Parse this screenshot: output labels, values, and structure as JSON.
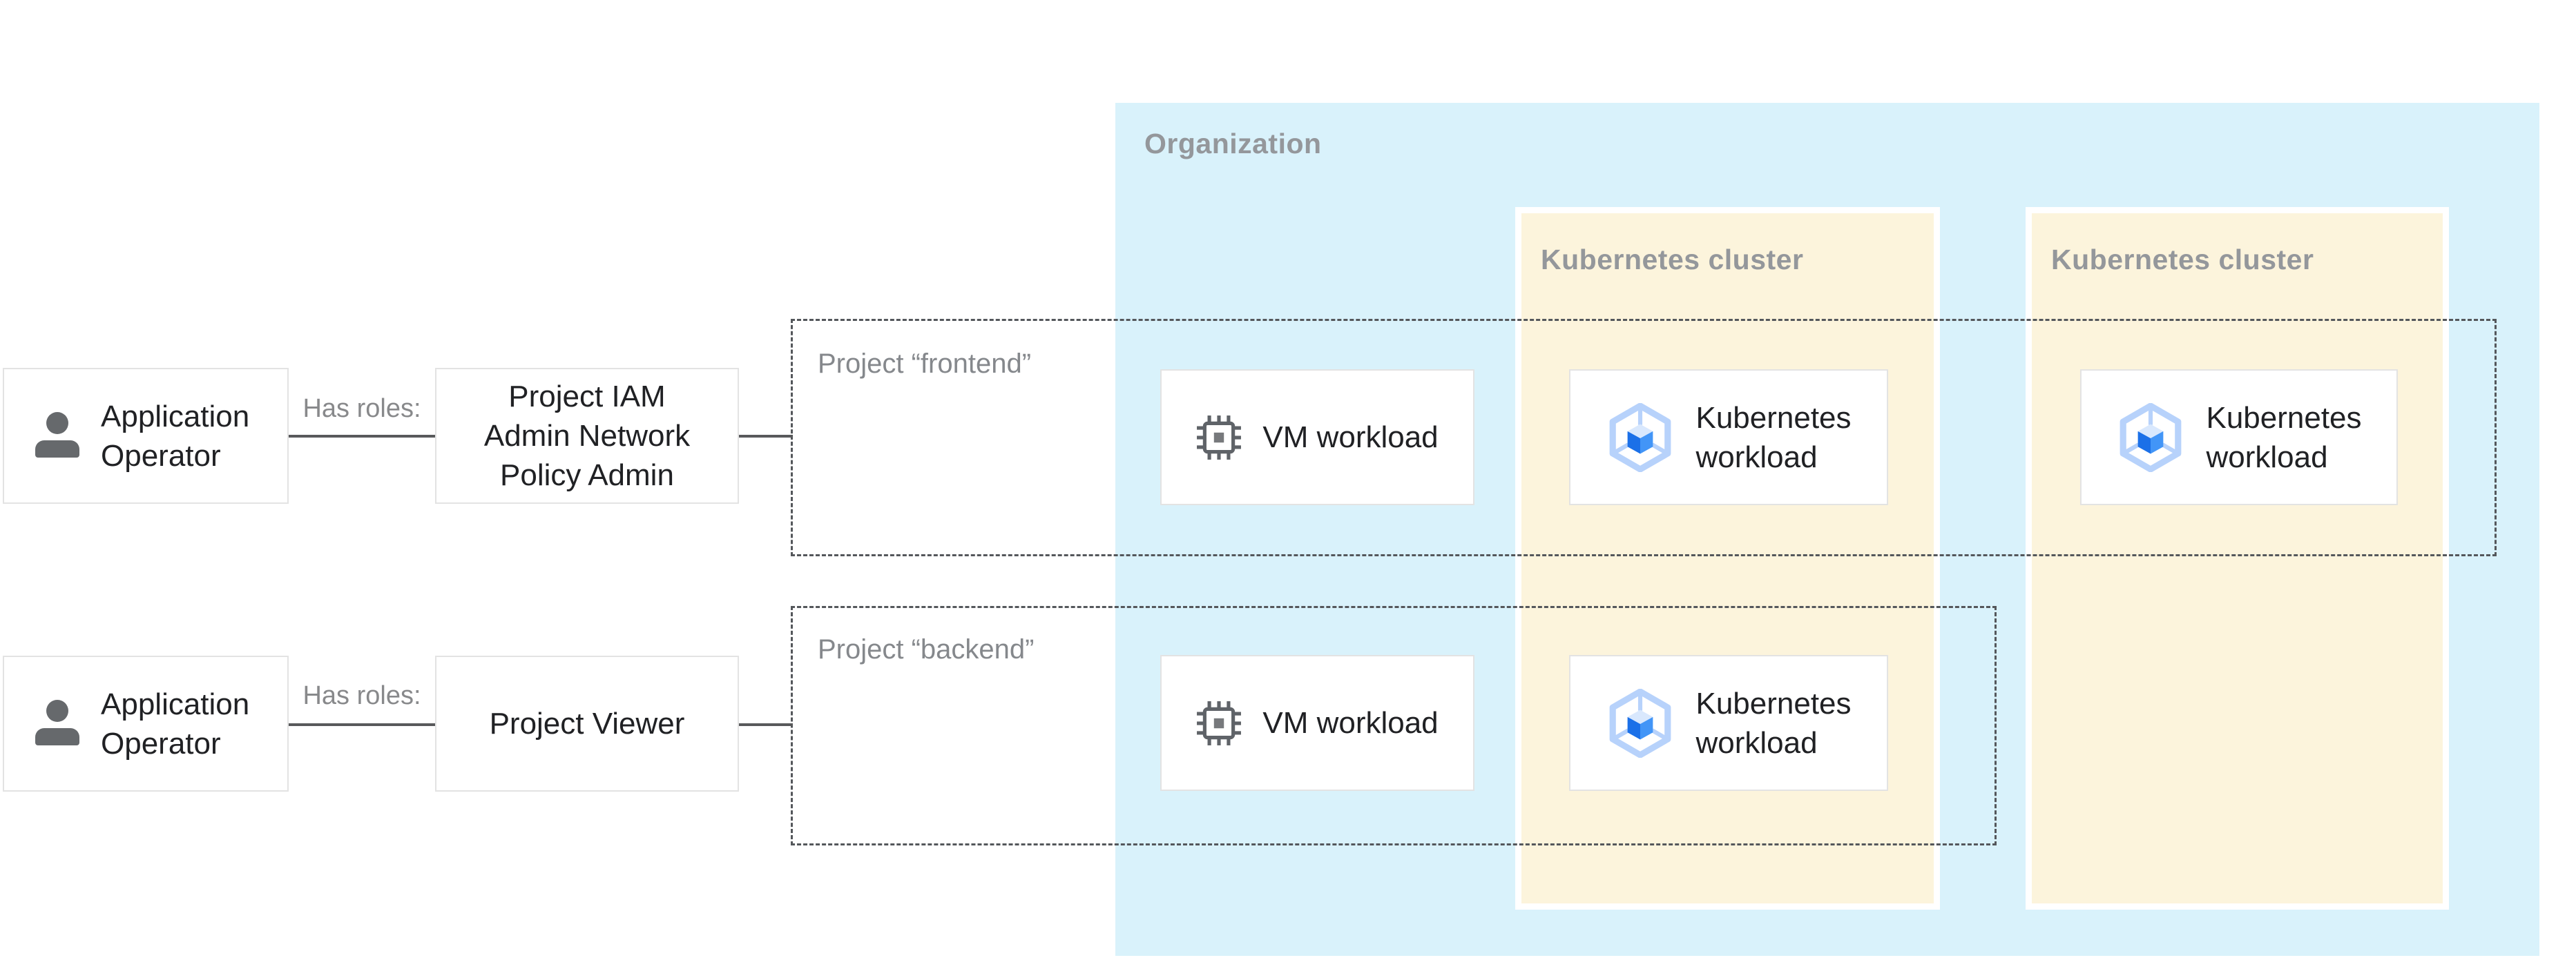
{
  "colors": {
    "organization_bg": "#d9f2fb",
    "cluster_bg": "#fcf4dc",
    "cluster_border": "#ffffff",
    "node_bg": "#ffffff",
    "node_border": "#e3e3e3",
    "dashed_border": "#54575b",
    "connector": "#58595b",
    "text_primary": "#202124",
    "zone_label_gray": "#94979b",
    "project_label_gray": "#85888c",
    "icon_gray": "#5f6368",
    "person_gray": "#66696c",
    "gke_hexagon": "#b7d2fb",
    "gke_cube_left": "#1b70e8",
    "gke_cube_right": "#4295f7",
    "gke_cube_top": "#d9e8fd"
  },
  "actors": {
    "row1": {
      "name_line1": "Application",
      "name_line2": "Operator",
      "relation_label": "Has roles:",
      "role_lines": [
        "Project IAM",
        "Admin Network",
        "Policy Admin"
      ]
    },
    "row2": {
      "name_line1": "Application",
      "name_line2": "Operator",
      "relation_label": "Has roles:",
      "role_lines": [
        "Project Viewer"
      ]
    }
  },
  "organization": {
    "label": "Organization",
    "clusters": [
      {
        "label": "Kubernetes cluster"
      },
      {
        "label": "Kubernetes cluster"
      }
    ]
  },
  "projects": {
    "frontend": {
      "label": "Project “frontend”"
    },
    "backend": {
      "label": "Project “backend”"
    }
  },
  "workloads": {
    "vm": {
      "label": "VM workload"
    },
    "kubernetes": {
      "line1": "Kubernetes",
      "line2": "workload"
    }
  }
}
